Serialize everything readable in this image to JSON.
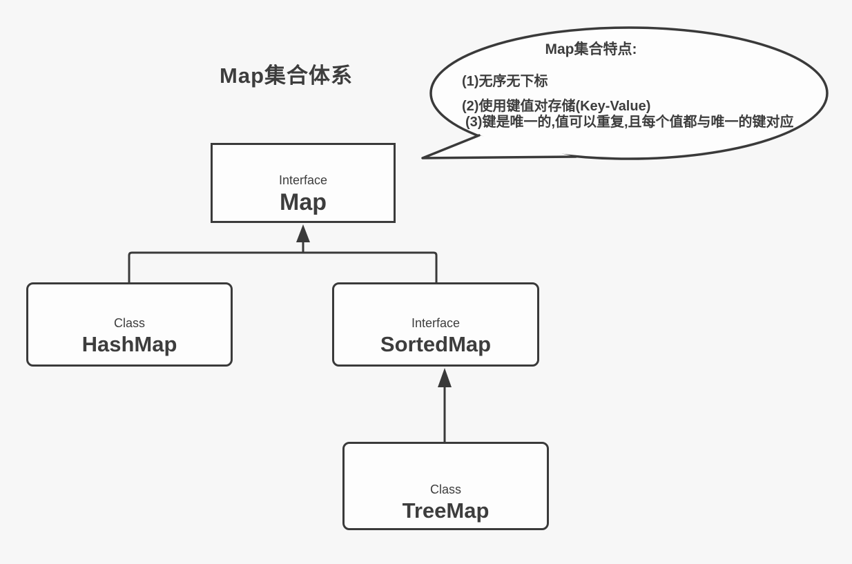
{
  "page": {
    "title": "Map集合体系"
  },
  "bubble": {
    "title": "Map集合特点:",
    "points": [
      "(1)无序无下标",
      "(2)使用键值对存储(Key-Value)",
      "(3)键是唯一的,值可以重复,且每个值都与唯一的键对应"
    ]
  },
  "nodes": {
    "map": {
      "stereotype": "Interface",
      "name": "Map"
    },
    "hashmap": {
      "stereotype": "Class",
      "name": "HashMap"
    },
    "sortedmap": {
      "stereotype": "Interface",
      "name": "SortedMap"
    },
    "treemap": {
      "stereotype": "Class",
      "name": "TreeMap"
    }
  },
  "colors": {
    "background": "#f7f7f7",
    "stroke": "#3a3a3a",
    "text": "#3d3d3d",
    "node_fill": "#fdfdfd"
  }
}
